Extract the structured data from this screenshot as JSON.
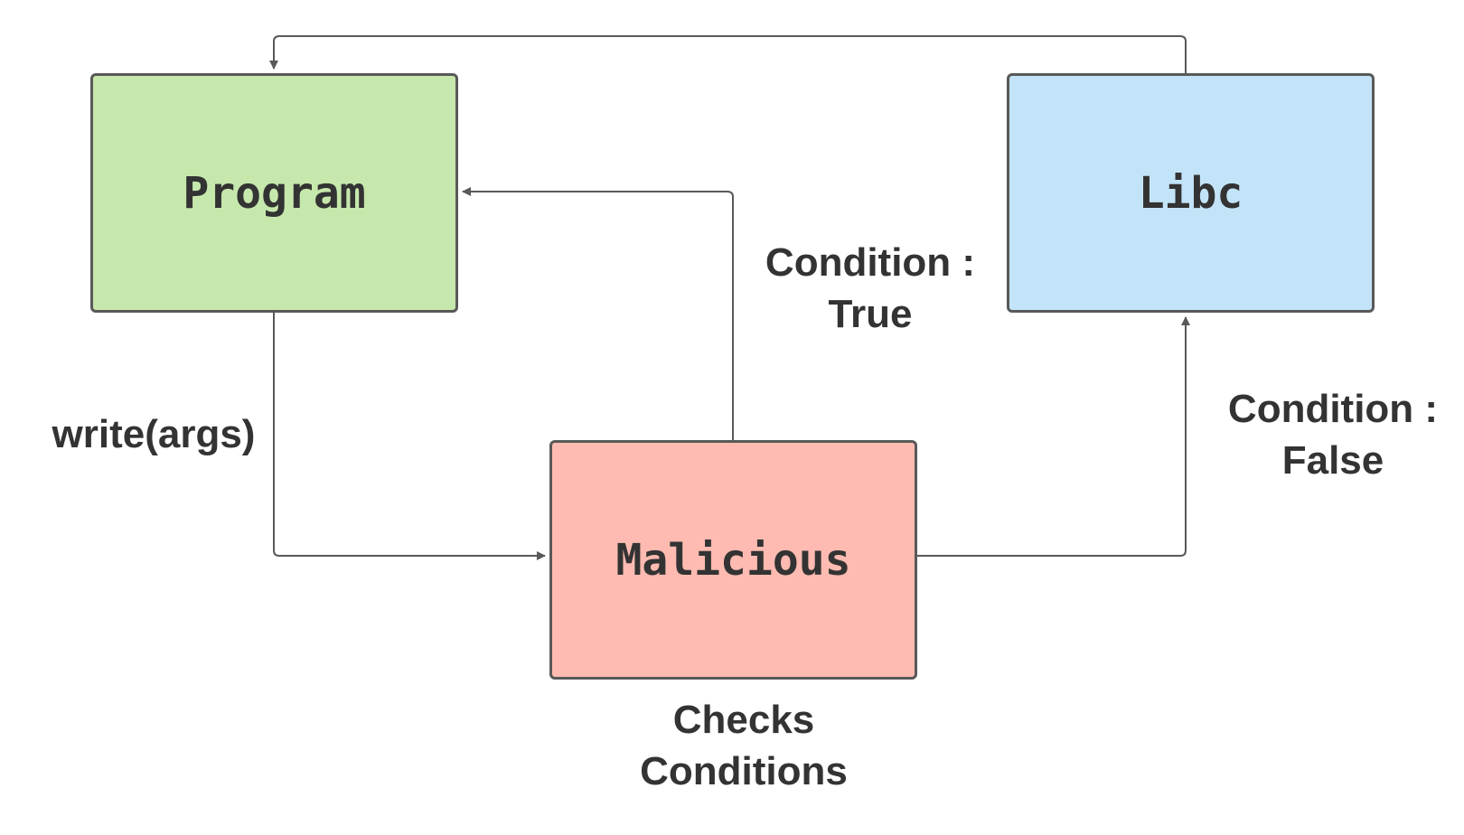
{
  "nodes": {
    "program": {
      "label": "Program",
      "fill": "#c7e8ac"
    },
    "libc": {
      "label": "Libc",
      "fill": "#c3e4f8"
    },
    "malicious": {
      "label": "Malicious",
      "fill": "#ffbbb1"
    }
  },
  "edges": {
    "program_to_malicious": {
      "label": "write(args)"
    },
    "malicious_to_program": {
      "label_line1": "Condition :",
      "label_line2": "True"
    },
    "malicious_to_libc": {
      "label_line1": "Condition :",
      "label_line2": "False"
    },
    "libc_to_program": {
      "label": ""
    }
  },
  "annotations": {
    "malicious_note_line1": "Checks",
    "malicious_note_line2": "Conditions"
  },
  "colors": {
    "border": "#595959",
    "line": "#595959",
    "text": "#333333"
  }
}
